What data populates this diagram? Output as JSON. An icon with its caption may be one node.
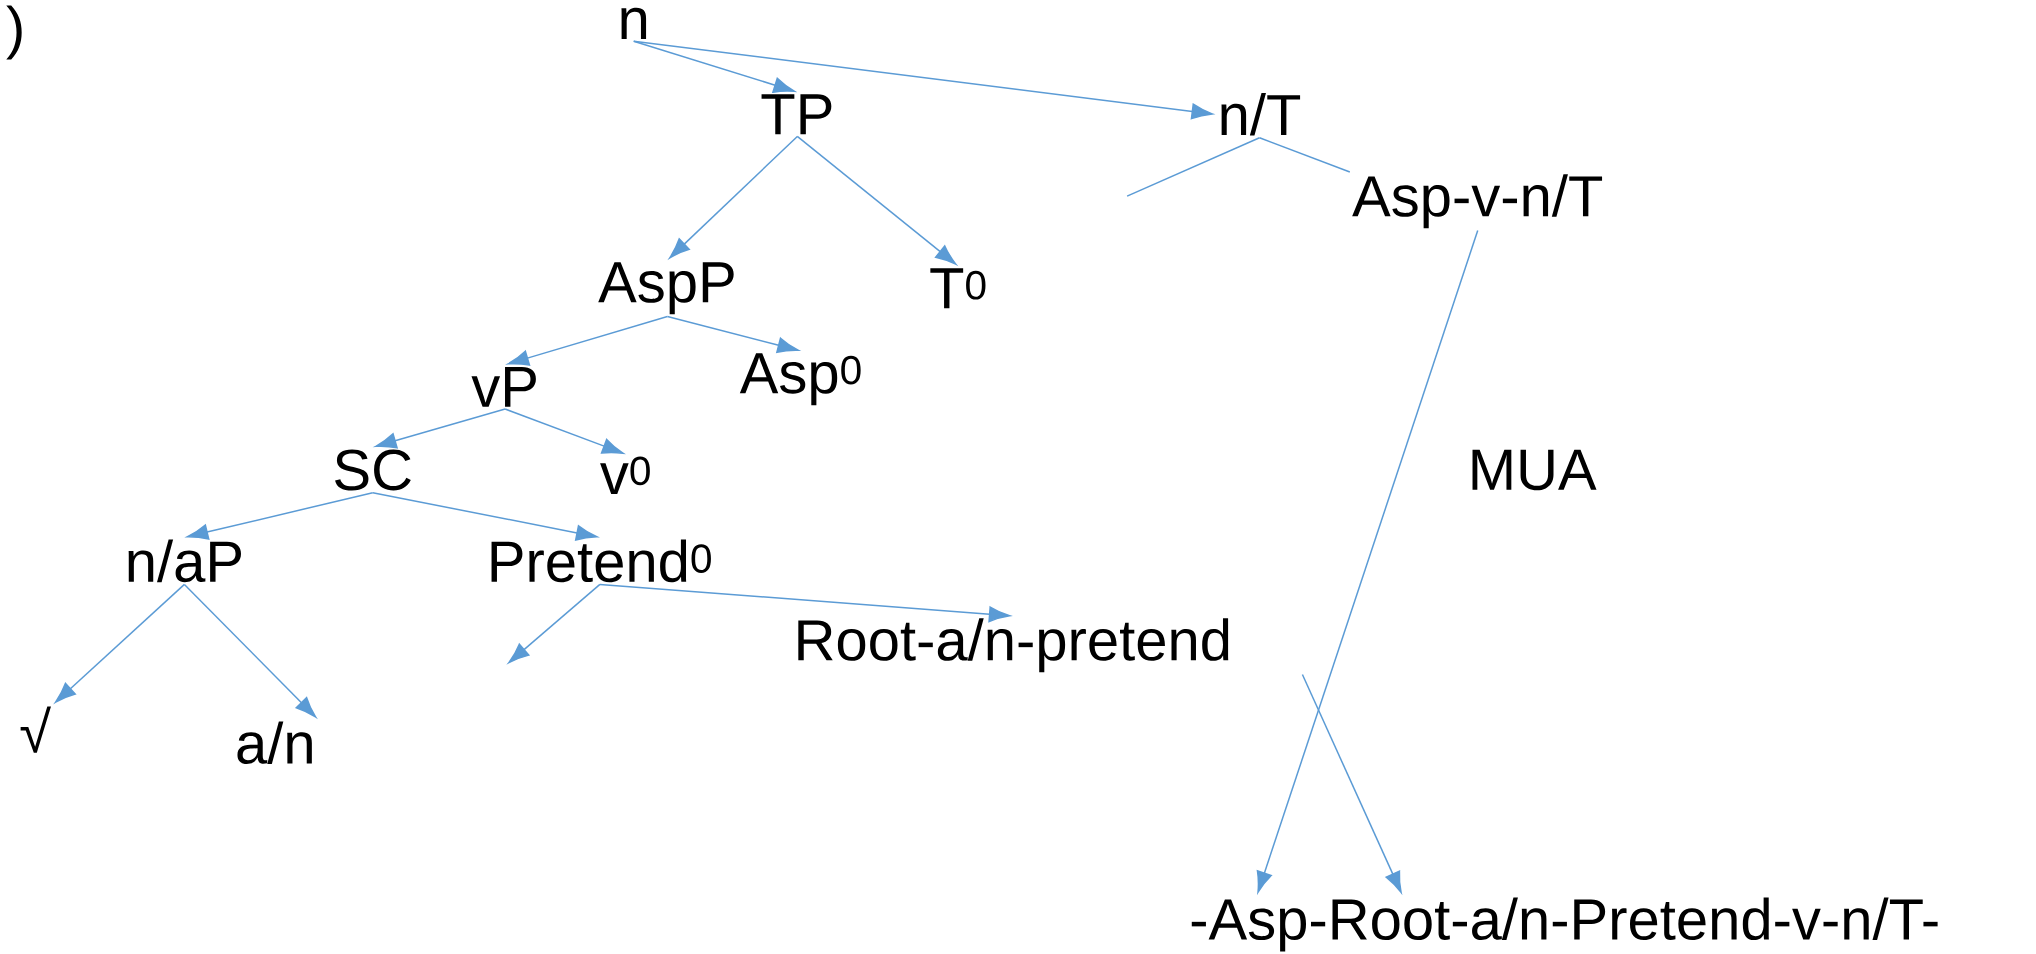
{
  "diagram": {
    "nodes": [
      {
        "text": [
          "n"
        ]
      },
      {
        "text": [
          "TP"
        ]
      },
      {
        "text": [
          "n/T"
        ]
      },
      {
        "text": [
          "Asp-v-n/T"
        ]
      },
      {
        "text": [
          "AspP"
        ]
      },
      {
        "text": [
          "T$^{0}$"
        ]
      },
      {
        "text": [
          "vP"
        ]
      },
      {
        "text": [
          "Asp$^{0}$"
        ]
      },
      {
        "text": [
          "SC"
        ]
      },
      {
        "text": [
          "v$^{0}$"
        ]
      },
      {
        "text": [
          "n/aP"
        ]
      },
      {
        "text": [
          "Pretend$^{0}$"
        ]
      },
      {
        "text": [
          "√"
        ]
      },
      {
        "text": [
          "a/n"
        ]
      },
      {
        "text": [
          "Root-a/n-pretend"
        ]
      },
      {
        "text": [
          "-Asp-Root-a/n-Pretend-v-n/T-"
        ]
      }
    ],
    "edges": [
      {
        "from": 0,
        "to": 1,
        "arrow": "to"
      },
      {
        "from": 0,
        "to": 2,
        "arrow": "to"
      },
      {
        "from": 2,
        "to": null,
        "arrow": "none"
      },
      {
        "from": 2,
        "to": 3,
        "arrow": "none"
      },
      {
        "from": 1,
        "to": 4,
        "arrow": "to"
      },
      {
        "from": 1,
        "to": 5,
        "arrow": "to"
      },
      {
        "from": 4,
        "to": 6,
        "arrow": "to"
      },
      {
        "from": 4,
        "to": 7,
        "arrow": "to"
      },
      {
        "from": 6,
        "to": 8,
        "arrow": "to"
      },
      {
        "from": 6,
        "to": 9,
        "arrow": "to"
      },
      {
        "from": 8,
        "to": 10,
        "arrow": "to"
      },
      {
        "from": 8,
        "to": 11,
        "arrow": "to"
      },
      {
        "from": 10,
        "to": 12,
        "arrow": "to"
      },
      {
        "from": 10,
        "to": 13,
        "arrow": "to"
      },
      {
        "from": 11,
        "to": null,
        "arrow": "to"
      },
      {
        "from": 11,
        "to": 14,
        "arrow": "to"
      },
      {
        "from": 3,
        "to": 15,
        "arrow": "to"
      },
      {
        "from": 14,
        "to": 15,
        "arrow": "to"
      }
    ],
    "labels": [
      ")",
      "MUA"
    ]
  }
}
